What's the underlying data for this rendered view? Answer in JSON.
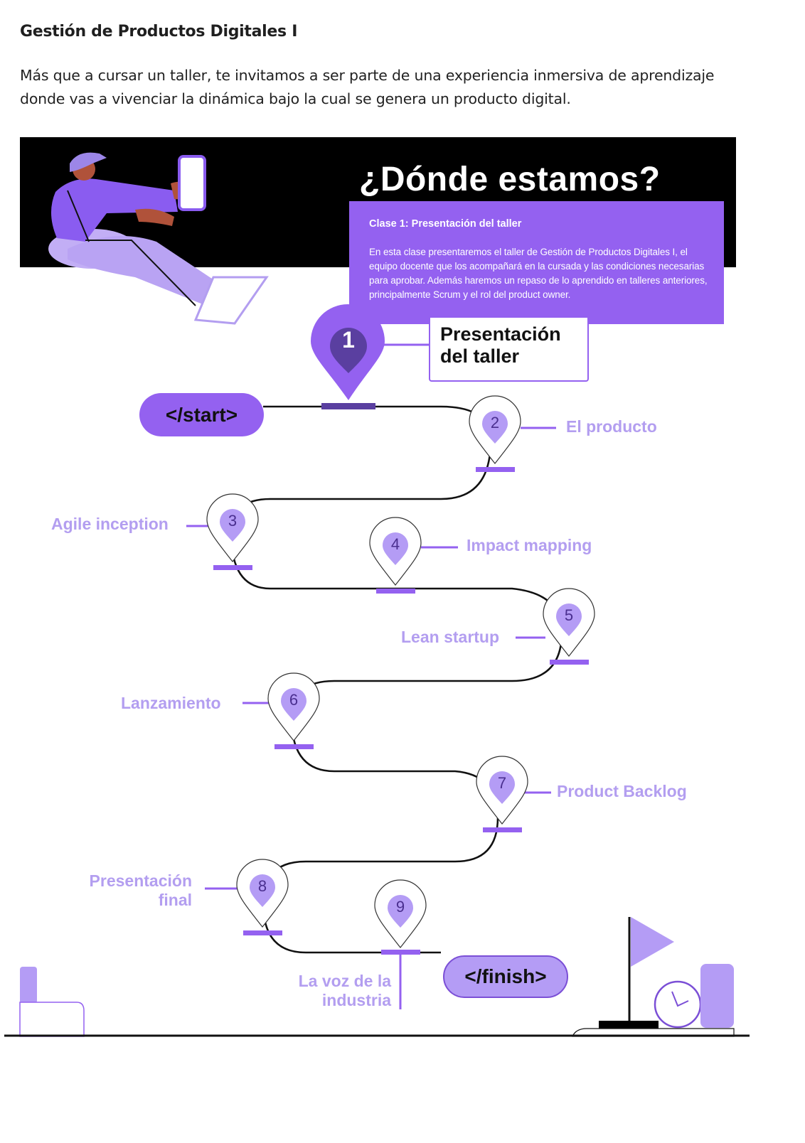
{
  "course": {
    "title": "Gestión de Productos Digitales I",
    "intro": "Más que a cursar un taller, te invitamos a ser parte de una experiencia inmersiva de aprendizaje donde vas a vivenciar la dinámica bajo la cual se genera un producto digital."
  },
  "roadmap": {
    "heading": "¿Dónde estamos?",
    "start_label": "</start>",
    "finish_label": "</finish>",
    "current_stage": {
      "number": "1",
      "line1": "Presentación",
      "line2": "del taller"
    },
    "tooltip": {
      "title": "Clase 1: Presentación del taller",
      "body": "En esta clase presentaremos el taller de Gestión de Productos Digitales I, el equipo docente que los acompañará en la cursada y las condiciones necesarias para aprobar. Además haremos un repaso de lo aprendido en talleres anteriores, principalmente Scrum y el rol del product owner."
    },
    "stages": [
      {
        "number": "2",
        "label": "El producto"
      },
      {
        "number": "3",
        "label": "Agile inception"
      },
      {
        "number": "4",
        "label": "Impact mapping"
      },
      {
        "number": "5",
        "label": "Lean startup"
      },
      {
        "number": "6",
        "label": "Lanzamiento"
      },
      {
        "number": "7",
        "label": "Product Backlog"
      },
      {
        "number": "8",
        "label_line1": "Presentación",
        "label_line2": "final"
      },
      {
        "number": "9",
        "label_line1": "La voz de la",
        "label_line2": "industria"
      }
    ]
  },
  "colors": {
    "accent": "#9461f0",
    "accent_light": "#b49cf5",
    "label": "#b39ef0",
    "dark_pin": "#5a3fa0",
    "banner": "#000000"
  },
  "icons": [
    "person-with-phone-illustration",
    "location-pin-icon",
    "flag-icon",
    "clock-icon",
    "chair-illustration"
  ]
}
